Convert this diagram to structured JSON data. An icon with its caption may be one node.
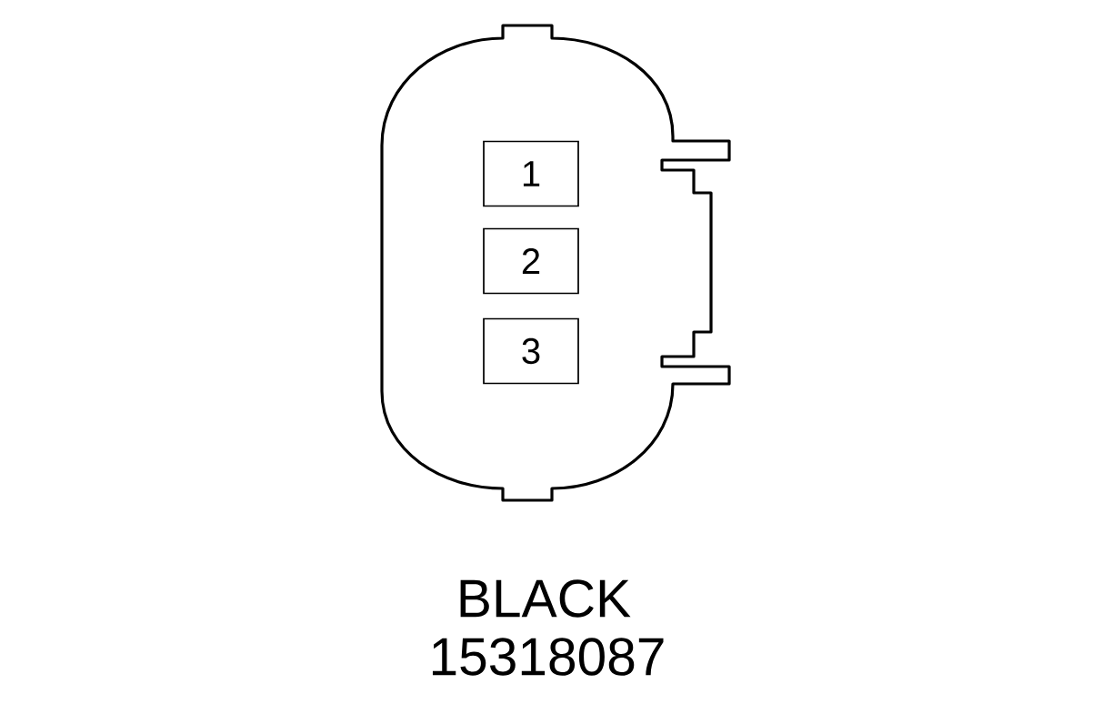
{
  "diagram": {
    "nodes": [
      {
        "text": [],
        "shape": "box",
        "beside": [
          "BLACK",
          "15318087"
        ]
      },
      {
        "text": [
          "1"
        ],
        "in": 0
      },
      {
        "text": [
          "2"
        ],
        "in": 0
      },
      {
        "text": [
          "3"
        ],
        "in": 0
      }
    ]
  }
}
